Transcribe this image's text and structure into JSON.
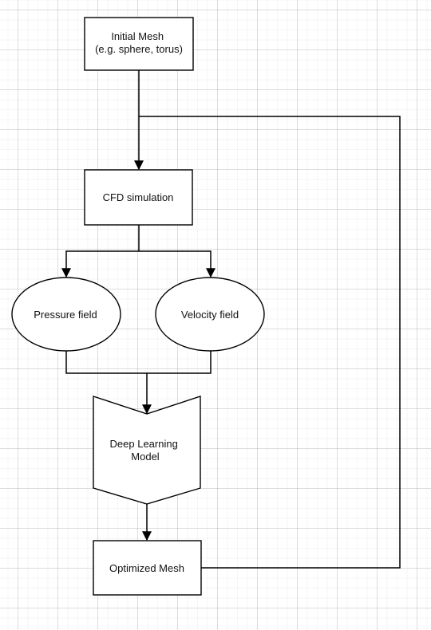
{
  "diagram": {
    "nodes": {
      "initial_mesh": {
        "lines": [
          "Initial Mesh",
          "(e.g. sphere, torus)"
        ]
      },
      "cfd_simulation": {
        "lines": [
          "CFD simulation"
        ]
      },
      "pressure_field": {
        "lines": [
          "Pressure field"
        ]
      },
      "velocity_field": {
        "lines": [
          "Velocity field"
        ]
      },
      "deep_learning_model": {
        "lines": [
          "Deep Learning",
          "Model"
        ]
      },
      "optimized_mesh": {
        "lines": [
          "Optimized Mesh"
        ]
      }
    },
    "edges": [
      {
        "from": "initial_mesh",
        "to": "cfd_simulation"
      },
      {
        "from": "cfd_simulation",
        "to": "pressure_field"
      },
      {
        "from": "cfd_simulation",
        "to": "velocity_field"
      },
      {
        "from": "pressure_field",
        "to": "deep_learning_model"
      },
      {
        "from": "velocity_field",
        "to": "deep_learning_model"
      },
      {
        "from": "deep_learning_model",
        "to": "optimized_mesh"
      },
      {
        "from": "optimized_mesh",
        "to": "cfd_simulation",
        "type": "feedback-loop"
      }
    ]
  }
}
